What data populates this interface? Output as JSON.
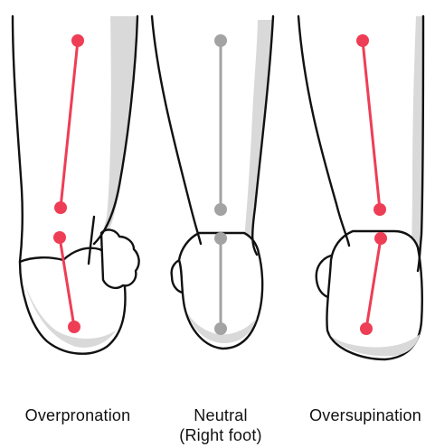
{
  "panels": [
    {
      "id": "overpronation",
      "label": "Overpronation",
      "label2": "",
      "line_color": "#ee3e55"
    },
    {
      "id": "neutral",
      "label": "Neutral",
      "label2": "(Right foot)",
      "line_color": "#a3a3a3"
    },
    {
      "id": "oversupination",
      "label": "Oversupination",
      "label2": "",
      "line_color": "#ee3e55"
    }
  ]
}
